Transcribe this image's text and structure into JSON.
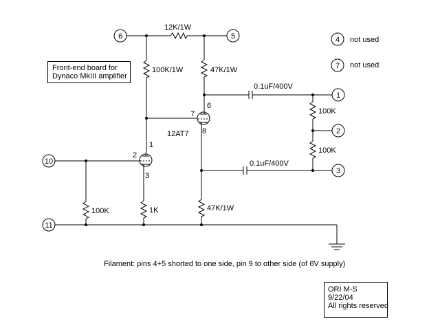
{
  "title_box": {
    "line1": "Front-end board for",
    "line2": "Dynaco MkIII amplifier"
  },
  "author_box": {
    "line1": "ORI M-S",
    "line2": "9/22/04",
    "line3": "All rights reserved"
  },
  "filament_note": "Filament: pins 4+5 shorted to one side, pin 9 to other side (of 6V supply)",
  "terminals": {
    "t6": "6",
    "t5": "5",
    "t4": "4",
    "t7": "7",
    "t1": "1",
    "t2": "2",
    "t3": "3",
    "t10": "10",
    "t11": "11"
  },
  "unused": {
    "t4_note": "not used",
    "t7_note": "not used"
  },
  "components": {
    "r_top": "12K/1W",
    "r_left_plate": "100K/1W",
    "r_right_plate": "47K/1W",
    "cap_top": "0.1uF/400V",
    "cap_bottom": "0.1uF/400V",
    "r_div_top": "100K",
    "r_div_bottom": "100K",
    "r_right_cathode": "47K/1W",
    "r_grid": "100K",
    "r_left_cathode": "1K",
    "tube": "12AT7"
  },
  "pins": {
    "p1": "1",
    "p2": "2",
    "p3": "3",
    "p6": "6",
    "p7": "7",
    "p8": "8"
  }
}
